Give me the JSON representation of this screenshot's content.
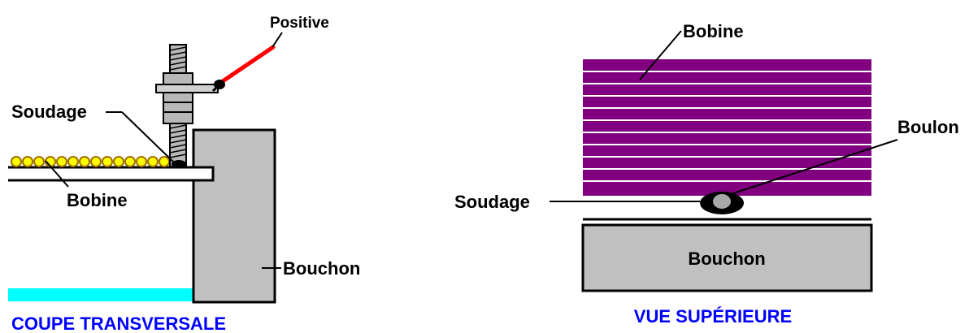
{
  "colors": {
    "cap_body": "#c0c0c0",
    "coil_purple": "#800080",
    "coil_bead": "#ffff00",
    "positive_wire": "#ff0000",
    "base_cyan": "#00ffff",
    "caption_blue": "#0000ff",
    "outline": "#000000",
    "bolt_gray": "#a8a8a8"
  },
  "cross_section": {
    "caption": "COUPE TRANSVERSALE",
    "labels": {
      "positive": "Positive",
      "soudage": "Soudage",
      "bobine": "Bobine",
      "bouchon": "Bouchon"
    }
  },
  "top_view": {
    "caption": "VUE SUPÉRIEURE",
    "labels": {
      "bobine": "Bobine",
      "boulon": "Boulon",
      "soudage": "Soudage",
      "bouchon": "Bouchon"
    }
  }
}
